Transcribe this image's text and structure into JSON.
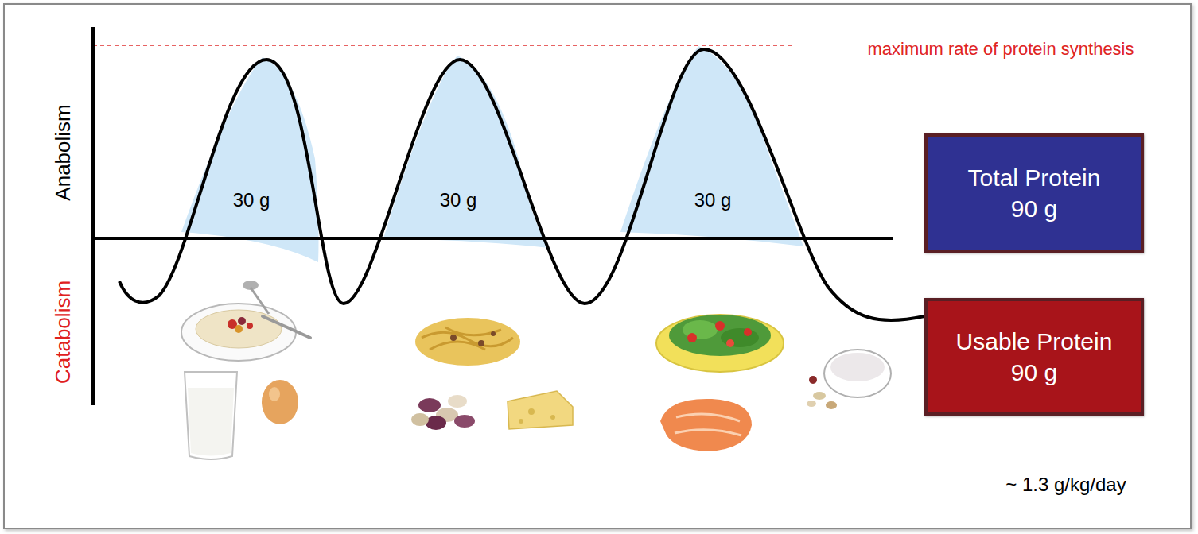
{
  "diagram": {
    "nodes": [
      {
        "text": [
          "Total Protein",
          "90 g"
        ]
      },
      {
        "text": [
          "Usable Protein",
          "90 g"
        ]
      }
    ],
    "labels": [
      "maximum rate of protein synthesis",
      "Anabolism",
      "Catabolism",
      "30 g",
      "30 g",
      "30 g",
      "~ 1.3 g/kg/day"
    ]
  }
}
